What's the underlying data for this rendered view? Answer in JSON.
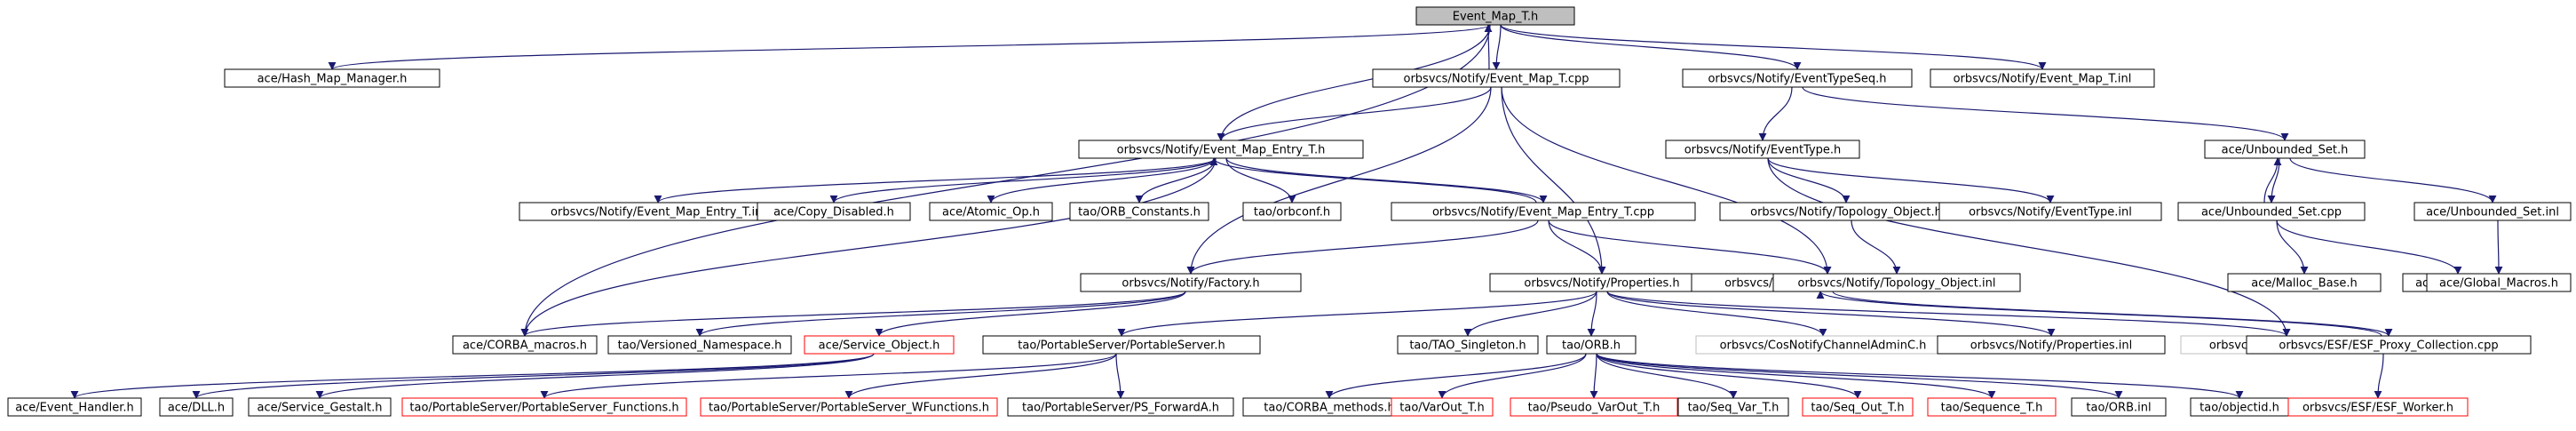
{
  "graph": {
    "root": "Event_Map_T.h",
    "colors": {
      "edge": "#191970",
      "root_fill": "#bfbfbf",
      "red_border": "#ff0000",
      "grey_border": "#bfbfbf",
      "normal_border": "#000000"
    },
    "nodes": [
      {
        "id": "n1",
        "label": "Event_Map_T.h",
        "style": "root"
      },
      {
        "id": "n2",
        "label": "ace/Hash_Map_Manager.h",
        "style": "normal"
      },
      {
        "id": "n3",
        "label": "orbsvcs/Notify/Event_Map_T.cpp",
        "style": "normal"
      },
      {
        "id": "n4",
        "label": "orbsvcs/Notify/EventTypeSeq.h",
        "style": "normal"
      },
      {
        "id": "n5",
        "label": "orbsvcs/Notify/Event_Map_T.inl",
        "style": "normal"
      },
      {
        "id": "n6",
        "label": "orbsvcs/Notify/Event_Map_Entry_T.h",
        "style": "normal"
      },
      {
        "id": "n7",
        "label": "orbsvcs/Notify/EventType.h",
        "style": "normal"
      },
      {
        "id": "n8",
        "label": "ace/Unbounded_Set.h",
        "style": "normal"
      },
      {
        "id": "n9",
        "label": "orbsvcs/Notify/Event_Map_Entry_T.inl",
        "style": "normal"
      },
      {
        "id": "n10",
        "label": "ace/Copy_Disabled.h",
        "style": "normal"
      },
      {
        "id": "n11",
        "label": "ace/Atomic_Op.h",
        "style": "normal"
      },
      {
        "id": "n12",
        "label": "tao/ORB_Constants.h",
        "style": "normal"
      },
      {
        "id": "n13",
        "label": "tao/orbconf.h",
        "style": "normal"
      },
      {
        "id": "n14",
        "label": "orbsvcs/Notify/Event_Map_Entry_T.cpp",
        "style": "normal"
      },
      {
        "id": "n15",
        "label": "orbsvcs/Notify/Topology_Object.h",
        "style": "normal"
      },
      {
        "id": "n16",
        "label": "orbsvcs/Notify/EventType.inl",
        "style": "normal"
      },
      {
        "id": "n17",
        "label": "ace/Unbounded_Set.cpp",
        "style": "normal"
      },
      {
        "id": "n18",
        "label": "ace/Unbounded_Set.inl",
        "style": "normal"
      },
      {
        "id": "n19",
        "label": "orbsvcs/Notify/Factory.h",
        "style": "normal"
      },
      {
        "id": "n20",
        "label": "orbsvcs/Notify/Properties.h",
        "style": "normal"
      },
      {
        "id": "n21",
        "label": "orbsvcs/ESF/ESF_Proxy_Collection.h",
        "style": "normal"
      },
      {
        "id": "n22",
        "label": "orbsvcs/Notify/Topology_Object.inl",
        "style": "normal"
      },
      {
        "id": "n23",
        "label": "ace/Malloc_Base.h",
        "style": "normal"
      },
      {
        "id": "n24",
        "label": "ace/Log_Msg.h",
        "style": "normal"
      },
      {
        "id": "n25",
        "label": "ace/Global_Macros.h",
        "style": "normal"
      },
      {
        "id": "n26",
        "label": "ace/CORBA_macros.h",
        "style": "normal"
      },
      {
        "id": "n27",
        "label": "tao/Versioned_Namespace.h",
        "style": "normal"
      },
      {
        "id": "n28",
        "label": "ace/Service_Object.h",
        "style": "red"
      },
      {
        "id": "n29",
        "label": "tao/PortableServer/PortableServer.h",
        "style": "normal"
      },
      {
        "id": "n30",
        "label": "tao/TAO_Singleton.h",
        "style": "normal"
      },
      {
        "id": "n31",
        "label": "tao/ORB.h",
        "style": "normal"
      },
      {
        "id": "n32",
        "label": "orbsvcs/CosNotifyChannelAdminC.h",
        "style": "grey"
      },
      {
        "id": "n33",
        "label": "orbsvcs/Notify/Properties.inl",
        "style": "normal"
      },
      {
        "id": "n34",
        "label": "orbsvcs/CosNotificationC.h",
        "style": "grey"
      },
      {
        "id": "n35",
        "label": "orbsvcs/ESF/ESF_Proxy_Collection.cpp",
        "style": "normal"
      },
      {
        "id": "n36",
        "label": "ace/Event_Handler.h",
        "style": "normal"
      },
      {
        "id": "n37",
        "label": "ace/DLL.h",
        "style": "normal"
      },
      {
        "id": "n38",
        "label": "ace/Service_Gestalt.h",
        "style": "normal"
      },
      {
        "id": "n39",
        "label": "tao/PortableServer/PortableServer_Functions.h",
        "style": "red"
      },
      {
        "id": "n40",
        "label": "tao/PortableServer/PortableServer_WFunctions.h",
        "style": "red"
      },
      {
        "id": "n41",
        "label": "tao/PortableServer/PS_ForwardA.h",
        "style": "normal"
      },
      {
        "id": "n42",
        "label": "tao/CORBA_methods.h",
        "style": "normal"
      },
      {
        "id": "n43",
        "label": "tao/VarOut_T.h",
        "style": "red"
      },
      {
        "id": "n44",
        "label": "tao/Pseudo_VarOut_T.h",
        "style": "red"
      },
      {
        "id": "n45",
        "label": "tao/Seq_Var_T.h",
        "style": "normal"
      },
      {
        "id": "n46",
        "label": "tao/Seq_Out_T.h",
        "style": "red"
      },
      {
        "id": "n47",
        "label": "tao/Sequence_T.h",
        "style": "red"
      },
      {
        "id": "n48",
        "label": "tao/ORB.inl",
        "style": "normal"
      },
      {
        "id": "n49",
        "label": "tao/objectid.h",
        "style": "normal"
      },
      {
        "id": "n50",
        "label": "orbsvcs/ESF/ESF_Worker.h",
        "style": "red"
      }
    ]
  }
}
